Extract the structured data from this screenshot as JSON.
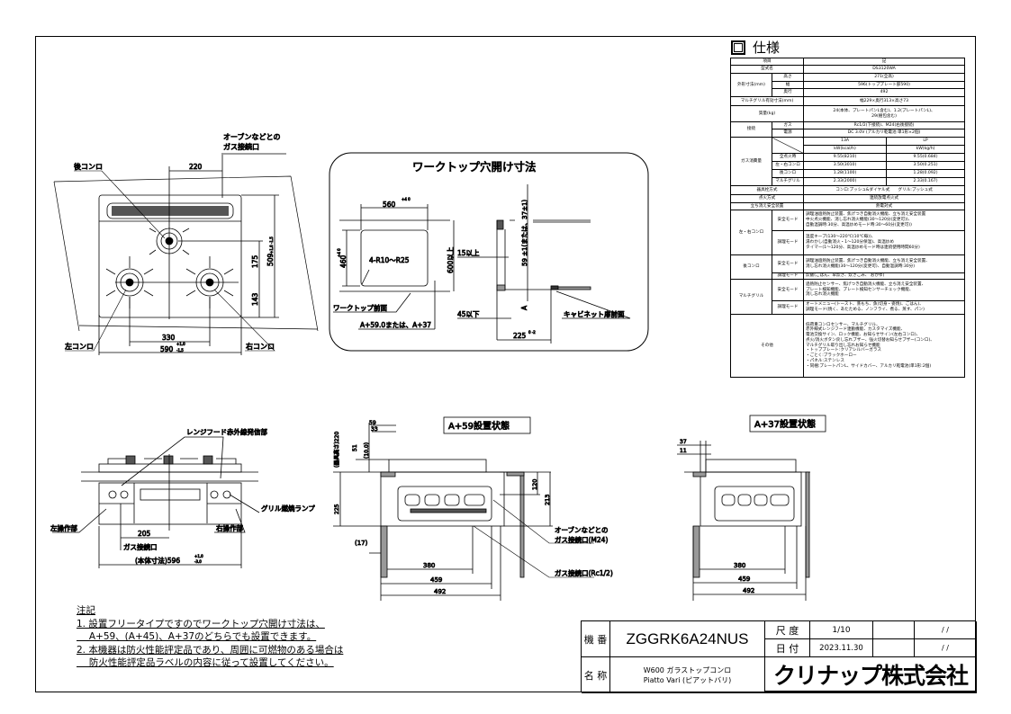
{
  "spec": {
    "title": "仕様",
    "header": {
      "item": "項目",
      "value": "記"
    },
    "model_label": "型式名",
    "model_value": "DS3120WA",
    "outer_label": "外形寸法(mm)",
    "height_label": "高さ",
    "height_value": "271(全高)",
    "width_label": "幅",
    "width_value": "596(トッププレート部590)",
    "depth_label": "奥行",
    "depth_value": "492",
    "grill_dim_label": "マルチグリル有効寸法(mm)",
    "grill_dim_value": "幅229×奥行313×高さ73",
    "mass_label": "質量(kg)",
    "mass_value": "24(本体、プレートパンL含む)、1.2(プレートパンL)、\n29(梱包含む)",
    "connect_label": "接続",
    "gas_label": "ガス",
    "gas_value": "Rc1/2(下接続)、M24(右後接続)",
    "power_label": "電源",
    "power_value": "DC 3.0V (アルカリ乾電池 単1形×2個)",
    "consumption_label": "ガス消費量",
    "gas_13a": "13A",
    "gas_lp": "LP",
    "unit_13a": "kW(kcal/h)",
    "unit_lp": "kW(kg/h)",
    "consumption_rows": [
      {
        "label": "全点火時",
        "a13": "9.55(8210)",
        "lp": "9.55(0.684)"
      },
      {
        "label": "左・右コンロ",
        "a13": "3.50(3010)",
        "lp": "3.50(0.251)"
      },
      {
        "label": "後コンロ",
        "a13": "1.28(1100)",
        "lp": "1.28(0.092)"
      },
      {
        "label": "マルチグリル",
        "a13": "2.33(2000)",
        "lp": "2.33(0.167)"
      }
    ],
    "valve_label": "器具栓方式",
    "valve_value": "コンロ:プッシュ&ダイヤル式　　グリル:プッシュ式",
    "ignition_label": "点火方式",
    "ignition_value": "連続放電点火式",
    "flameout_label": "立ち消え安全装置",
    "flameout_value": "熱電対式",
    "safety_mode": "安全モード",
    "cook_mode": "調理モード",
    "lr_label": "左・右コンロ",
    "lr_safety": "調理油過熱防止装置、焦げつき自動消火機能、立ち消え安全装置\n中火点火機能、消し忘れ消火機能(30～120分(変更可))、\n自動温調時:30分、高温炒めモード時:30～60分(変更可))",
    "lr_cook": "温度キープ(130～220℃(10℃毎))、\n湯わかし(自動消火・1～120分保温)、高温炒め\nタイマー(1～120分、高温炒めモード時は連続使用時間60分)",
    "back_label": "後コンロ",
    "back_safety": "調理油過熱防止装置、焦げつき自動消火機能、立ち消え安全装置、\n消し忘れ消火機能(30～120分(変更可)、自動温調時:30分)",
    "back_cook": "炊飯(ごはん、早炊き、炊きこみ、 おかゆ)",
    "grill_label": "マルチグリル",
    "grill_safety": "過熱防止センサー、焦げつき自動消火機能、立ち消え安全装置、\nプレート検知機能、プレート検知センサーチェック機能、\n消し忘れ消火機能",
    "grill_cook": "オートメニュー(トースト、蒸もち、魚(切身・姿焼)、ごはん)、\n調理モード(焼く、あたためる、ノンフライ、煮る、蒸す、パン)",
    "other_label": "その他",
    "other_value": "低荷重コンロセンサー、マルチグリル、\n赤外線式レンジフード連動機能、カスタマイズ機能、\n電池交換サイン、ロック機能、お知らせサイン(左右コンロ)、\n点火/消火ボタン戻し忘れブザー、強火切替お知らせブザー(コンロ)、\nマルチグリル取り出し忘れお知らせ機能\n・トッププレート:クリアシルバーガラス\n・ごとく:ブラックホーロー\n・パネル:ステンレス\n・同梱:プレートパンL、サイドカバー、アルカリ乾電池(単1形:2個)"
  },
  "plan_view": {
    "oven_gas_1": "オーブンなどとの",
    "oven_gas_2": "ガス接続口",
    "back_burner": "後コンロ",
    "left_burner": "左コンロ",
    "right_burner": "右コンロ",
    "dim_220": "220",
    "dim_175": "175",
    "dim_143": "143",
    "dim_509": "509",
    "tol_509": "+1.0 -1.5",
    "dim_330": "330",
    "dim_590": "590",
    "tol_590_up": "+1.0",
    "tol_590_dn": "-1.5"
  },
  "worktop": {
    "title": "ワークトップ穴開け寸法",
    "dim_560": "560",
    "tol_560": "+4 0",
    "dim_460": "460",
    "tol_460": "+4 0",
    "radius": "4-R10～R25",
    "dim_600": "600以上",
    "front": "ワークトップ前面",
    "offset": "A+59.0または、A+37",
    "min15": "15以上",
    "max45": "45以下",
    "dim_59": "59 ±1(または、37±1)",
    "a": "A",
    "cabinet": "キャビネット扉前面",
    "dim_225": "225",
    "tol_225": "0 -2"
  },
  "front_view": {
    "hood": "レンジフード赤外線発信部",
    "grill_lamp": "グリル燃焼ランプ",
    "left_op": "左操作部",
    "right_op": "右操作部",
    "dim_205": "205",
    "gas_conn": "ガス接続口",
    "body_dim": "(本体寸法)596",
    "tol_up": "+1.0",
    "tol_dn": "-3.0"
  },
  "side_a59": {
    "label": "A+59設置状態",
    "dim_59": "59",
    "dim_33": "33",
    "dim_51": "51",
    "dim_10": "(10.0)",
    "dim_220": "(器具高さ)220",
    "dim_225": "225",
    "dim_17": "(17)",
    "dim_120": "120",
    "dim_213": "213",
    "dim_380": "380",
    "dim_459": "459",
    "dim_492": "492",
    "oven_1": "オーブンなどとの",
    "oven_2": "ガス接続口(M24)",
    "gas_rc": "ガス接続口(Rc1/2)"
  },
  "side_a37": {
    "label": "A+37設置状態",
    "dim_37": "37",
    "dim_11": "11",
    "dim_380": "380",
    "dim_459": "459",
    "dim_492": "492"
  },
  "notes": {
    "title": "注記",
    "lines": [
      "1. 設置フリータイプですのでワークトップ穴開け寸法は、",
      "　 A+59、(A+45)、A+37のどちらでも設置できます。",
      "2. 本機器は防火性能評定品であり、周囲に可燃物のある場合は",
      "　 防火性能評定品ラベルの内容に従って設置してください。"
    ]
  },
  "title_block": {
    "model_label": "機 番",
    "model": "ZGGRK6A24NUS",
    "scale_label": "尺 度",
    "scale": "1/10",
    "date_label": "日 付",
    "date": "2023.11.30",
    "slash": "/ /",
    "name_label": "名 称",
    "name_1": "W600 ガラストップコンロ",
    "name_2": "Piatto Vari (ピアットバリ)",
    "company": "クリナップ株式会社"
  }
}
